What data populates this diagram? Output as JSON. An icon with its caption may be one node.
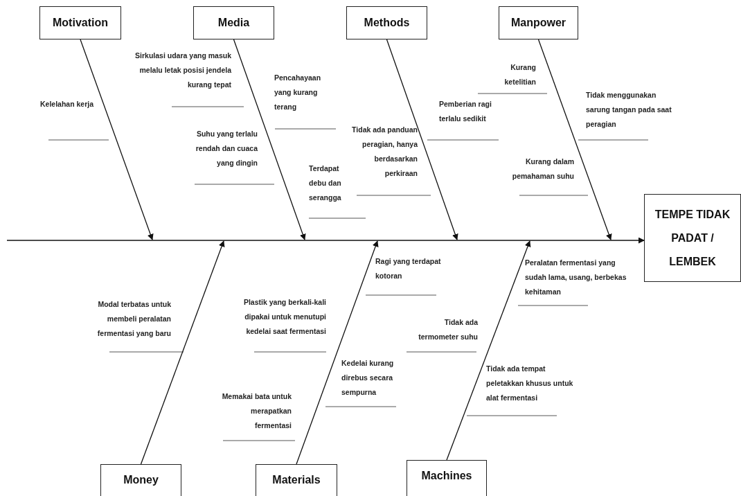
{
  "diagram": {
    "nodes": [
      {
        "text": [
          "Motivation"
        ]
      },
      {
        "text": [
          "Media"
        ]
      },
      {
        "text": [
          "Methods"
        ]
      },
      {
        "text": [
          "Manpower"
        ]
      },
      {
        "text": [
          "TEMPE TIDAK PADAT / LEMBEK"
        ]
      },
      {
        "text": [
          "Money"
        ]
      },
      {
        "text": [
          "Materials"
        ]
      },
      {
        "text": [
          "Machines"
        ]
      }
    ],
    "edges": [
      {
        "from": null,
        "to": 4,
        "arrow": "to"
      },
      {
        "from": 0,
        "to": null,
        "arrow": "to"
      },
      {
        "from": 1,
        "to": null,
        "arrow": "to"
      },
      {
        "from": 2,
        "to": null,
        "arrow": "to"
      },
      {
        "from": 3,
        "to": null,
        "arrow": "to"
      },
      {
        "from": 5,
        "to": null,
        "arrow": "to"
      },
      {
        "from": 6,
        "to": null,
        "arrow": "to"
      },
      {
        "from": 7,
        "to": null,
        "arrow": "to"
      }
    ],
    "labels": [
      "Kelelahan kerja",
      "Sirkulasi udara yang masuk melalu letak posisi jendela kurang tepat",
      "Pencahayaan yang kurang terang",
      "Suhu yang terlalu rendah dan cuaca yang dingin",
      "Terdapat debu dan serangga",
      "Tidak ada panduan peragian, hanya berdasarkan perkiraan",
      "Pemberian ragi terlalu sedikit",
      "Kurang ketelitian",
      "Tidak menggunakan sarung tangan pada saat peragian",
      "Kurang dalam pemahaman suhu",
      "Modal terbatas untuk membeli peralatan fermentasi yang baru",
      "Plastik yang berkali-kali dipakai untuk menutupi kedelai saat fermentasi",
      "Ragi yang terdapat kotoran",
      "Kedelai kurang direbus secara sempurna",
      "Tidak ada termometer suhu",
      "Memakai bata untuk merapatkan fermentasi",
      "Peralatan fermentasi yang sudah lama, usang, berbekas kehitaman",
      "Tidak ada tempat peletakkan khusus untuk alat fermentasi"
    ]
  }
}
